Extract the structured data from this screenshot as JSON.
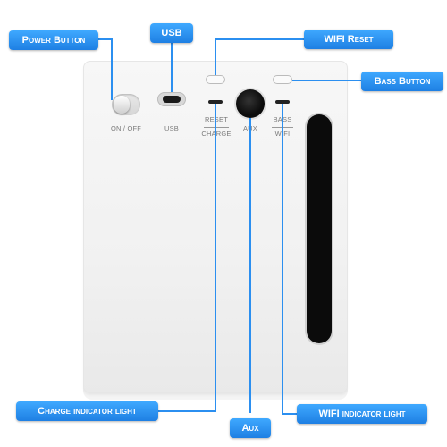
{
  "device": {
    "port_labels": {
      "on_off": "ON / OFF",
      "usb": "USB",
      "reset": "RESET",
      "charge": "CHARGE",
      "aux": "AUX",
      "bass": "BASS",
      "wifi": "WIFI"
    }
  },
  "callouts": {
    "power_button": "Power Button",
    "usb": "USB",
    "wifi_reset": "WIFI Reset",
    "bass_button": "Bass Button",
    "charge_indicator": "Charge indicator light",
    "aux": "Aux",
    "wifi_indicator": "WIFI indicator light"
  },
  "colors": {
    "callout_bg": "#2b8ff0",
    "leader_line": "#2b8ff0"
  }
}
